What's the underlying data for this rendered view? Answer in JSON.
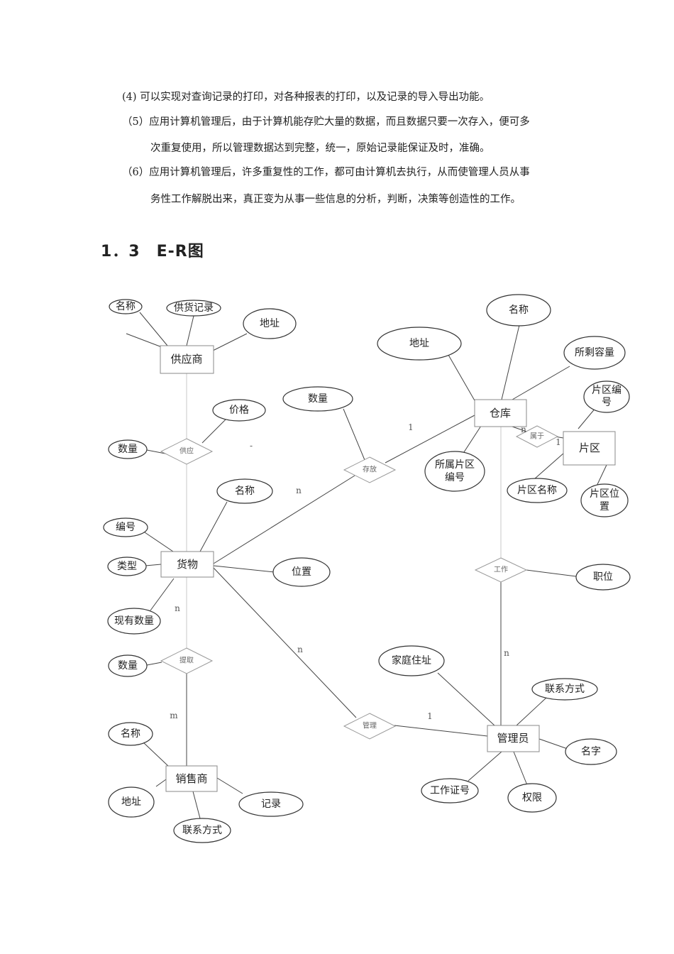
{
  "paragraphs": [
    "(4) 可以实现对查询记录的打印，对各种报表的打印，以及记录的导入导出功能。",
    "（5）应用计算机管理后，由于计算机能存贮大量的数据，而且数据只要一次存入，便可多",
    "次重复使用，所以管理数据达到完整，统一，原始记录能保证及时，准确。",
    "（6）应用计算机管理后，许多重复性的工作，都可由计算机去执行，从而使管理人员从事",
    "务性工作解脱出来，真正变为从事一些信息的分析，判断，决策等创造性的工作。"
  ],
  "heading": "1．3　E-R图",
  "diagram": {
    "entities": {
      "supplier": "供应商",
      "goods": "货物",
      "warehouse": "仓库",
      "zone": "片区",
      "dealer": "销售商",
      "manager": "管理员"
    },
    "relations": {
      "supply": "供应",
      "store": "存放",
      "belong": "属于",
      "work": "工作",
      "extract": "提取",
      "manage": "管理"
    },
    "attributes": {
      "sup_name": "名称",
      "sup_record": "供货记录",
      "sup_address": "地址",
      "sup_price": "价格",
      "sup_qty": "数量",
      "store_qty": "数量",
      "wh_name": "名称",
      "wh_address": "地址",
      "wh_capacity": "所剩容量",
      "wh_zone_id": [
        "所属片区",
        "编号"
      ],
      "zone_id": [
        "片区编",
        "号"
      ],
      "zone_name": "片区名称",
      "zone_pos": [
        "片区位",
        "置"
      ],
      "goods_name": "名称",
      "goods_id": "编号",
      "goods_type": "类型",
      "goods_pos": "位置",
      "goods_stock": "现有数量",
      "work_position": "职位",
      "extract_qty": "数量",
      "dealer_name": "名称",
      "dealer_address": "地址",
      "dealer_contact": "联系方式",
      "dealer_record": "记录",
      "mgr_home": "家庭住址",
      "mgr_contact": "联系方式",
      "mgr_name": "名字",
      "mgr_id": "工作证号",
      "mgr_perm": "权限"
    },
    "cardinalities": {
      "dash": "-",
      "store_wh": "1",
      "store_goods": "n",
      "belong_wh": "n",
      "belong_zone": "1",
      "extract_goods": "n",
      "extract_dealer": "m",
      "manage_goods": "n",
      "manage_mgr": "1",
      "work_mgr": "n"
    }
  }
}
